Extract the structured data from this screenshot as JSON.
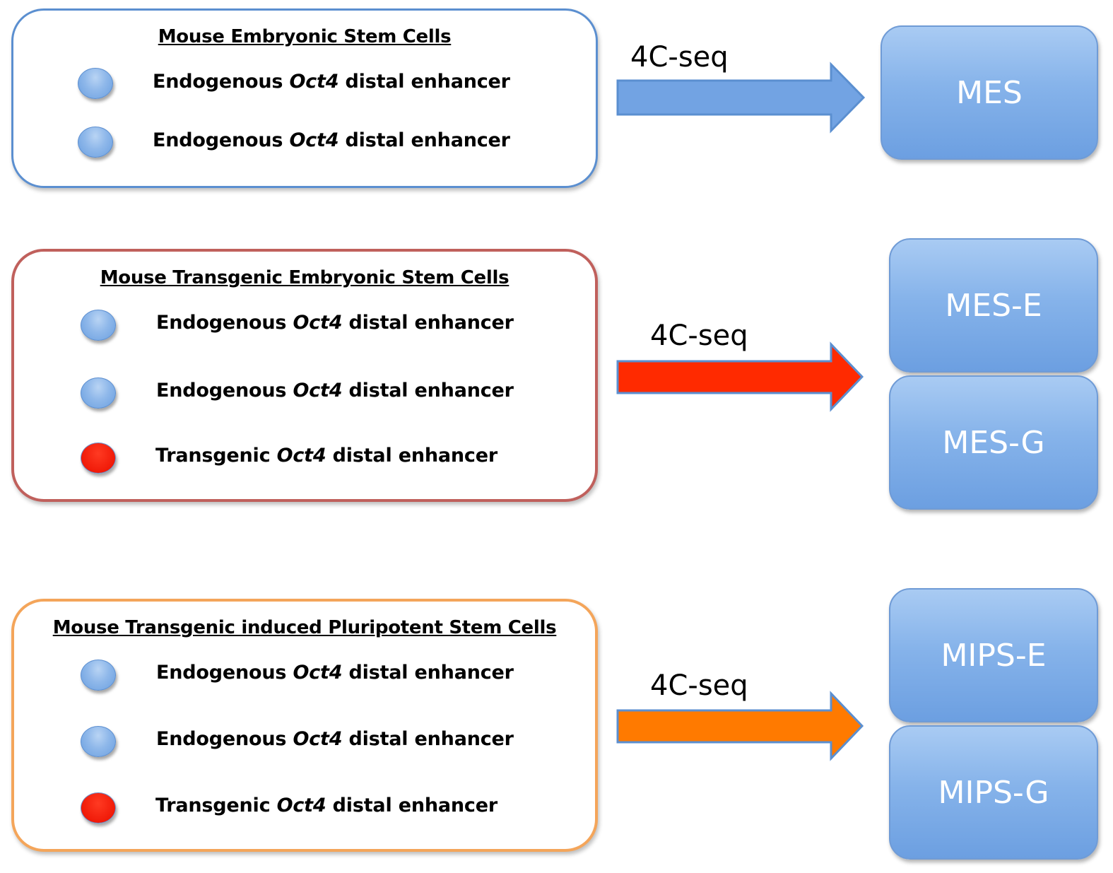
{
  "colors": {
    "panel1_border": "#5b8fd0",
    "panel2_border": "#c0605c",
    "panel3_border": "#f4a55a",
    "arrow1_fill": "#72a3e3",
    "arrow2_fill": "#ff2a00",
    "arrow3_fill": "#ff7a00",
    "arrow_outline": "#5b8fd0",
    "endogenous_marker": "#8fb8ea",
    "transgenic_marker": "#f01a08",
    "result_box": "#86b3ea"
  },
  "panels": [
    {
      "title": "Mouse Embryonic Stem Cells",
      "rows": [
        {
          "marker": "blue",
          "prefix": "Endogenous ",
          "gene": "Oct4",
          "suffix": " distal enhancer"
        },
        {
          "marker": "blue",
          "prefix": "Endogenous ",
          "gene": "Oct4",
          "suffix": " distal enhancer"
        }
      ],
      "arrow_label": "4C-seq",
      "outputs": [
        "MES"
      ]
    },
    {
      "title": "Mouse Transgenic Embryonic Stem Cells",
      "rows": [
        {
          "marker": "blue",
          "prefix": "Endogenous ",
          "gene": "Oct4",
          "suffix": " distal enhancer"
        },
        {
          "marker": "blue",
          "prefix": "Endogenous ",
          "gene": "Oct4",
          "suffix": " distal enhancer"
        },
        {
          "marker": "red",
          "prefix": "Transgenic ",
          "gene": "Oct4",
          "suffix": " distal enhancer"
        }
      ],
      "arrow_label": "4C-seq",
      "outputs": [
        "MES-E",
        "MES-G"
      ]
    },
    {
      "title": "Mouse Transgenic induced Pluripotent Stem Cells",
      "rows": [
        {
          "marker": "blue",
          "prefix": "Endogenous ",
          "gene": "Oct4",
          "suffix": " distal enhancer"
        },
        {
          "marker": "blue",
          "prefix": "Endogenous ",
          "gene": "Oct4",
          "suffix": " distal enhancer"
        },
        {
          "marker": "red",
          "prefix": "Transgenic ",
          "gene": "Oct4",
          "suffix": " distal enhancer"
        }
      ],
      "arrow_label": "4C-seq",
      "outputs": [
        "MIPS-E",
        "MIPS-G"
      ]
    }
  ]
}
